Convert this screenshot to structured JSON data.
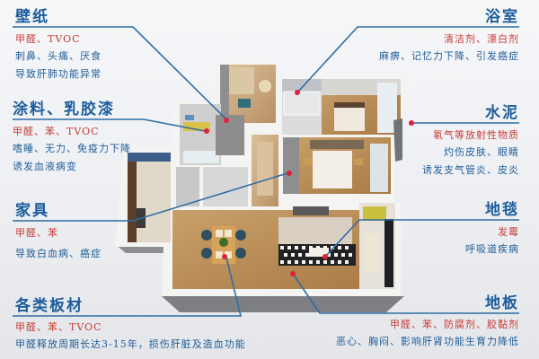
{
  "colors": {
    "title_blue": "#1d5d9c",
    "pollutant_red": "#c83a34",
    "effect_blue": "#1f5e98",
    "leader_line": "#2e6da4",
    "marker_dot": "#e2203a"
  },
  "callouts": {
    "wallpaper": {
      "title": "壁纸",
      "pollutants": "甲醛、TVOC",
      "effects": [
        "刺鼻、头痛、厌食",
        "导致肝肺功能异常"
      ]
    },
    "paint": {
      "title": "涂料、乳胶漆",
      "pollutants": "甲醛、苯、TVOC",
      "effects": [
        "嗜睡、无力、免疫力下降",
        "诱发血液病变"
      ]
    },
    "furniture": {
      "title": "家具",
      "pollutants": "甲醛、苯",
      "effects": [
        "导致白血病、癌症"
      ]
    },
    "boards": {
      "title": "各类板材",
      "pollutants": "甲醛、苯、TVOC",
      "effects": [
        "甲醛释放周期长达3-15年，损伤肝脏及造血功能"
      ]
    },
    "bathroom": {
      "title": "浴室",
      "pollutants": "清洁剂、漂白剂",
      "effects": [
        "麻痹、记忆力下降、引发癌症"
      ]
    },
    "cement": {
      "title": "水泥",
      "pollutants": "氡气等放射性物质",
      "effects": [
        "灼伤皮肤、眼睛",
        "诱发支气管炎、皮炎"
      ]
    },
    "carpet": {
      "title": "地毯",
      "pollutants": "发霉",
      "effects": [
        "呼吸道疾病"
      ]
    },
    "floor": {
      "title": "地板",
      "pollutants": "甲醛、苯、防腐剂、胶黏剂",
      "effects": [
        "恶心、胸闷、影响肝肾功能生育力降低"
      ]
    }
  }
}
